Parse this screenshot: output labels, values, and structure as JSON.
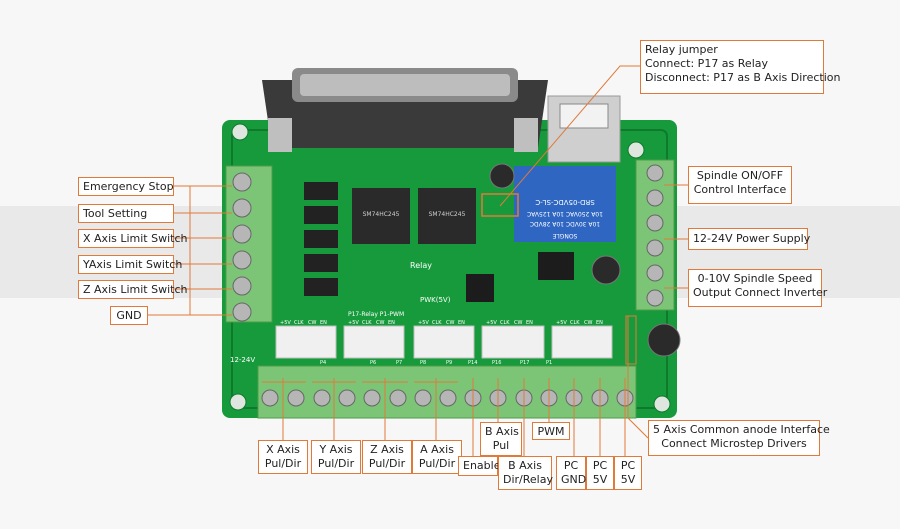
{
  "callouts": {
    "relay_jumper": [
      "Relay jumper",
      "Connect: P17 as Relay",
      "Disconnect: P17 as B Axis Direction"
    ],
    "emergency_stop": "Emergency Stop",
    "tool_setting": "Tool Setting",
    "x_limit": "X Axis Limit Switch",
    "y_limit": "YAxis Limit Switch",
    "z_limit": "Z Axis Limit Switch",
    "gnd": "GND",
    "spindle_onoff": [
      "Spindle ON/OFF",
      "Control Interface"
    ],
    "power_supply": "12-24V Power Supply",
    "spindle_speed": [
      "0-10V Spindle Speed",
      "Output Connect Inverter"
    ],
    "common_anode": [
      "5 Axis Common anode Interface",
      "Connect Microstep Drivers"
    ],
    "x_axis": [
      "X Axis",
      "Pul/Dir"
    ],
    "y_axis": [
      "Y Axis",
      "Pul/Dir"
    ],
    "z_axis": [
      "Z Axis",
      "Pul/Dir"
    ],
    "a_axis": [
      "A Axis",
      "Pul/Dir"
    ],
    "enable": "Enable",
    "b_axis_pul": [
      "B Axis",
      "Pul"
    ],
    "pwm": "PWM",
    "b_axis_dir": [
      "B Axis",
      "Dir/Relay"
    ],
    "pc_gnd": [
      "PC",
      "GND"
    ],
    "pc_5v_1": [
      "PC",
      "5V"
    ],
    "pc_5v_2": [
      "PC",
      "5V"
    ]
  },
  "board": {
    "relay_text": [
      "SRD-05VDC-SL-C",
      "10A 250VAC 10A 125VAC",
      "10A 30VDC 10A 28VDC",
      "SONGLE"
    ],
    "ic_text": "SM74HC245",
    "relay_label": "Relay",
    "pwm_label": "PWK(5V)",
    "p17_label": "P17-Relay P1-PWM",
    "power_label": "12-24V",
    "header_pins": [
      "+5V",
      "CLK",
      "CW",
      "EN"
    ],
    "header_names": [
      "P4",
      "P6",
      "P7",
      "P8",
      "P9",
      "P14",
      "P16",
      "P17",
      "P1"
    ]
  },
  "colors": {
    "pcb": "#179a3c",
    "pcb_dark": "#0f7a2c",
    "terminal": "#7cc576",
    "terminal_dark": "#4f9b4b",
    "connector": "#2a2a2a",
    "relay": "#2e66c2",
    "accent": "#e07a3a"
  }
}
